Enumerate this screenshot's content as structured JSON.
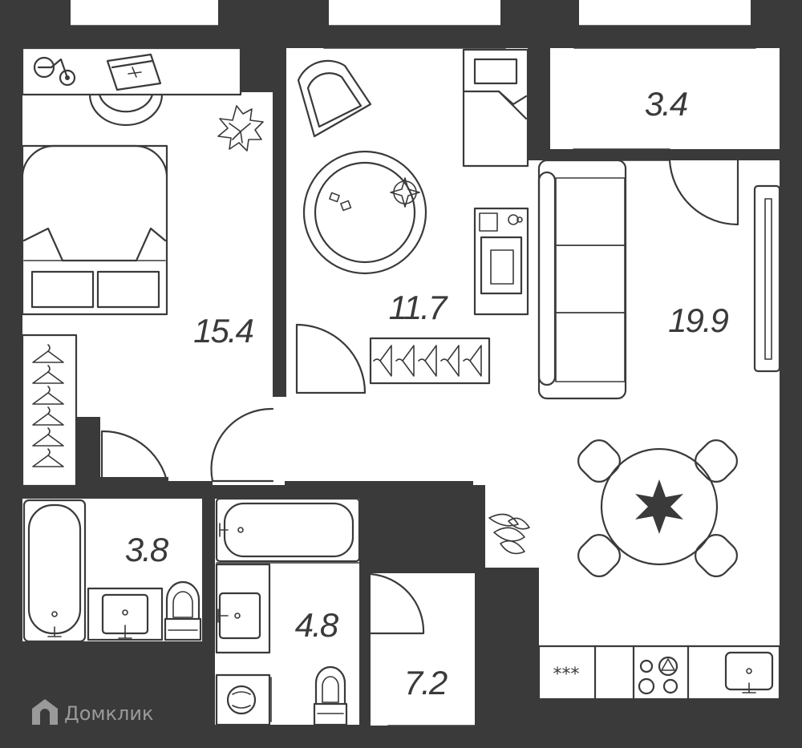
{
  "rooms": [
    {
      "id": "bedroom",
      "area": "15.4"
    },
    {
      "id": "kids-room",
      "area": "11.7"
    },
    {
      "id": "balcony",
      "area": "3.4"
    },
    {
      "id": "living-kitchen",
      "area": "19.9"
    },
    {
      "id": "bathroom-left",
      "area": "3.8"
    },
    {
      "id": "bathroom-middle",
      "area": "4.8"
    },
    {
      "id": "hallway",
      "area": "7.2"
    }
  ],
  "brand": {
    "name": "Домклик"
  },
  "colors": {
    "wall": "#3a3a3a",
    "floor": "#ffffff",
    "logo": "#9a9a9a"
  },
  "icons": [
    "bicycle-icon",
    "laptop-icon",
    "plant-icon",
    "star-decoration-icon",
    "hanger-icon",
    "washing-machine-icon",
    "toilet-icon",
    "sink-icon",
    "bathtub-icon",
    "stove-icon",
    "dining-table-icon"
  ]
}
